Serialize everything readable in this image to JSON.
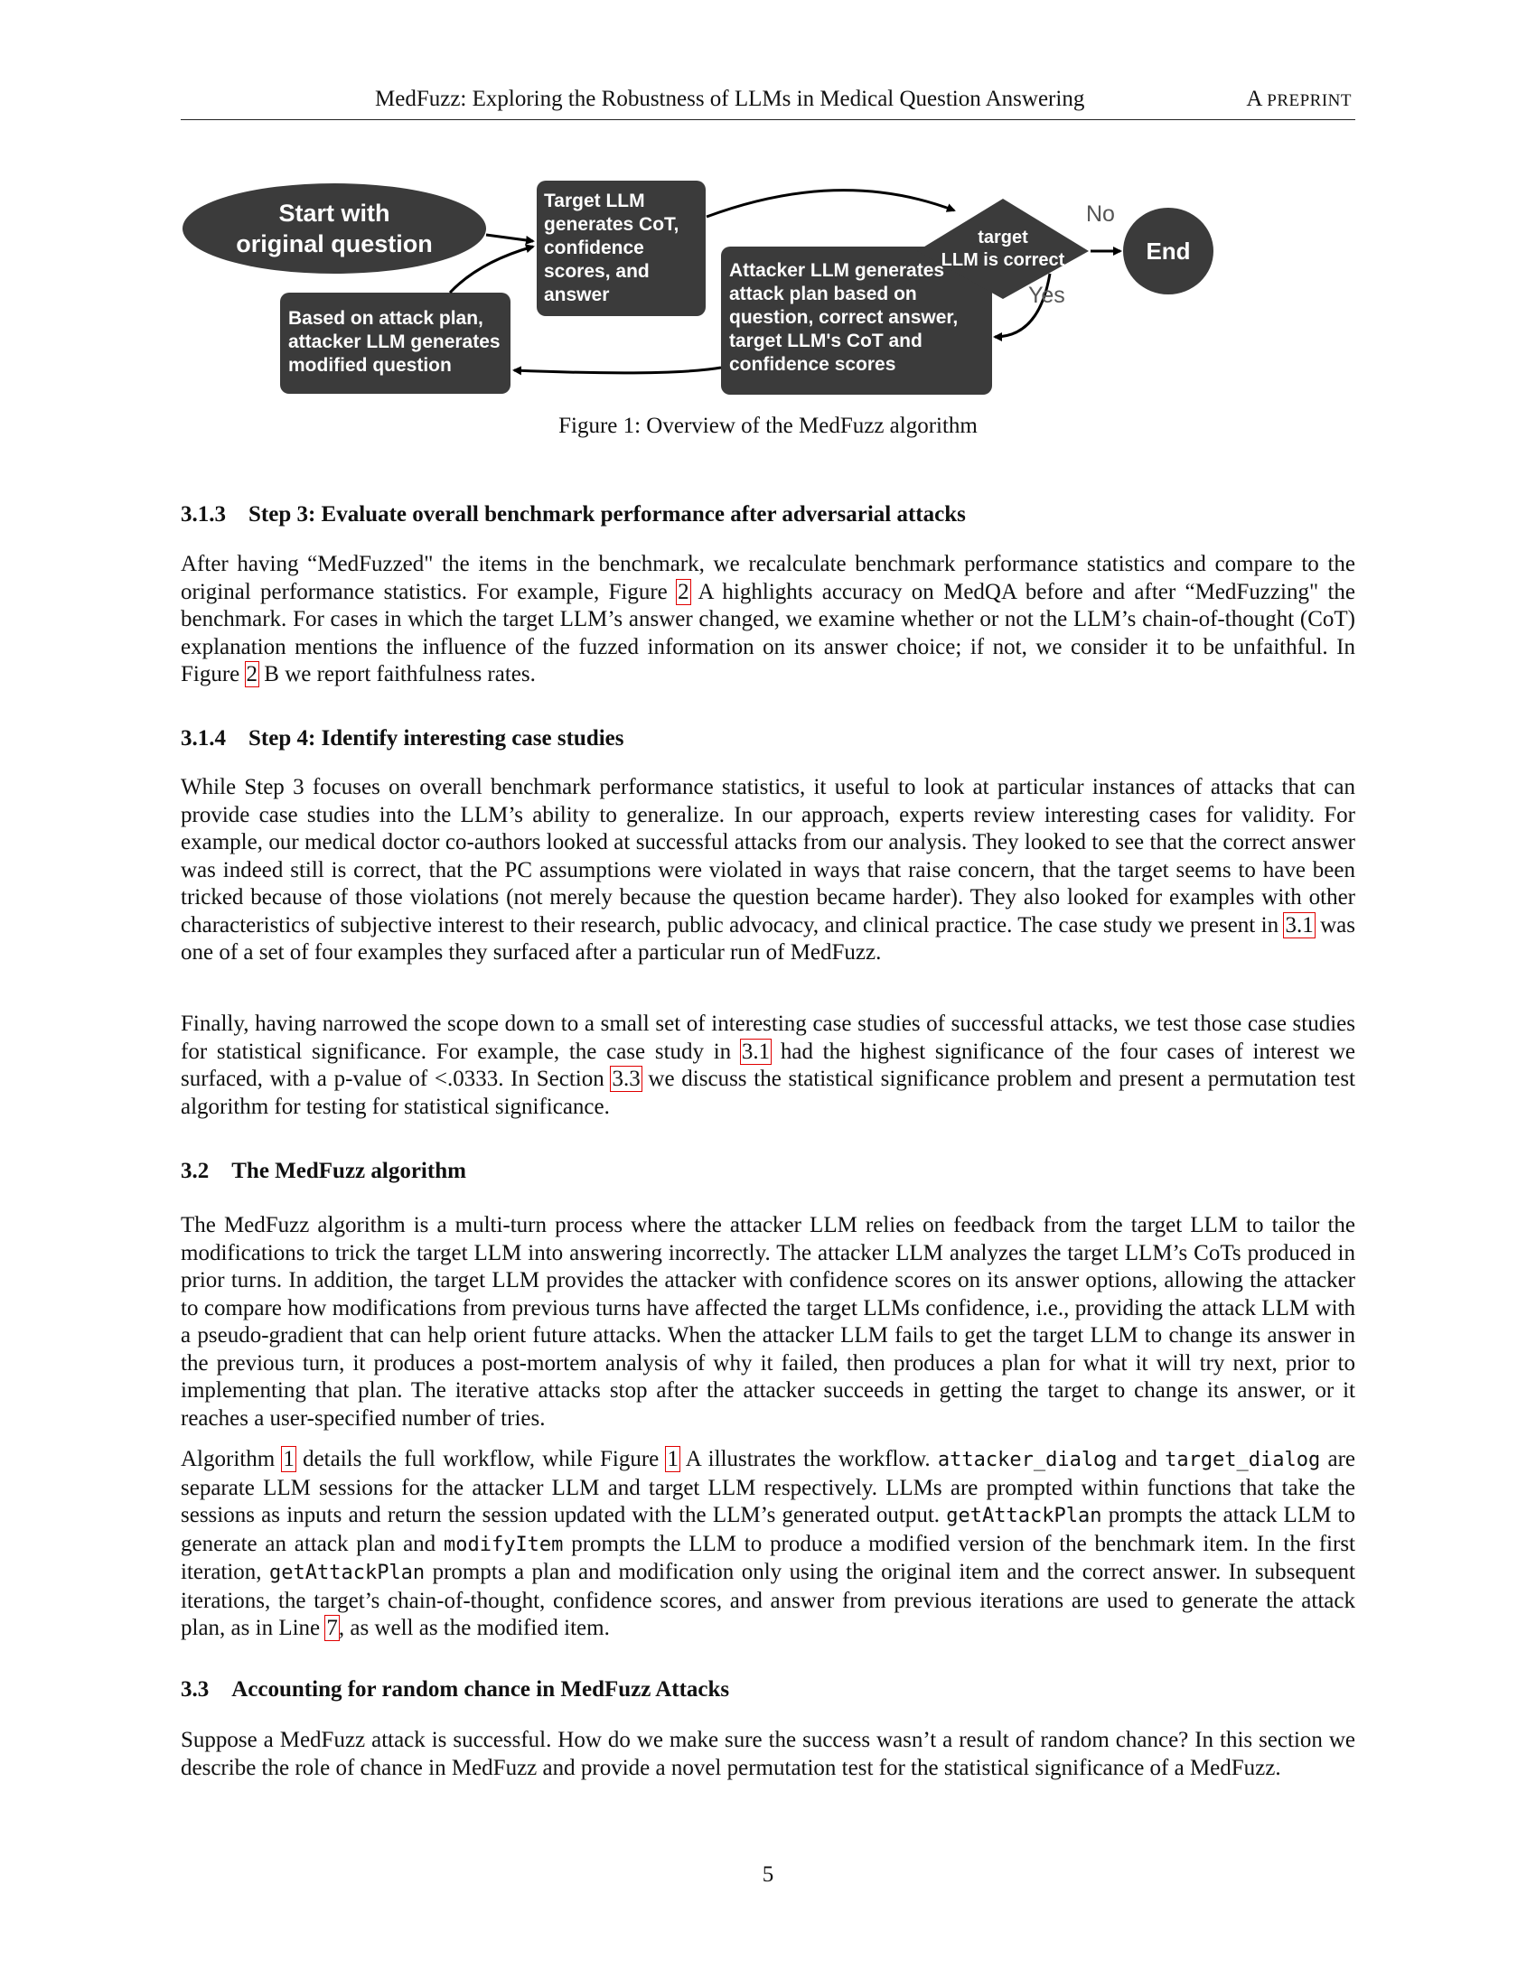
{
  "header": {
    "title": "MedFuzz: Exploring the Robustness of LLMs in Medical Question Answering",
    "tag_a": "A ",
    "tag_rest": "Preprint"
  },
  "figure": {
    "nodes": {
      "start": [
        "Start with",
        "original question"
      ],
      "target": [
        "Target LLM",
        "generates CoT,",
        "confidence",
        "scores, and",
        "answer"
      ],
      "decision": [
        "target",
        "LLM is correct"
      ],
      "end": "End",
      "attacker": [
        "Attacker LLM generates",
        "attack plan based on",
        "question, correct answer,",
        "target LLM's CoT and",
        "confidence scores"
      ],
      "modify": [
        "Based on attack plan,",
        "attacker LLM generates",
        "modified question"
      ]
    },
    "labels": {
      "no": "No",
      "yes": "Yes"
    },
    "colors": {
      "box": "#3b3b3b",
      "arrow": "#000000",
      "label": "#555555"
    }
  },
  "caption": "Figure 1: Overview of the MedFuzz algorithm",
  "sections": {
    "s313": {
      "number": "3.1.3",
      "title": "Step 3: Evaluate overall benchmark performance after adversarial attacks",
      "p1": {
        "a": "After having “MedFuzzed\" the items in the benchmark, we recalculate benchmark performance statistics and compare to the original performance statistics. For example, Figure ",
        "ref1": "2",
        "b": " A highlights accuracy on MedQA before and after “MedFuzzing\" the benchmark. For cases in which the target LLM’s answer changed, we examine whether or not the LLM’s chain-of-thought (CoT) explanation mentions the influence of the fuzzed information on its answer choice; if not, we consider it to be unfaithful. In Figure ",
        "ref2": "2",
        "c": " B we report faithfulness rates."
      }
    },
    "s314": {
      "number": "3.1.4",
      "title": "Step 4: Identify interesting case studies",
      "p1": {
        "a": "While Step 3 focuses on overall benchmark performance statistics, it useful to look at particular instances of attacks that can provide case studies into the LLM’s ability to generalize. In our approach, experts review interesting cases for validity. For example, our medical doctor co-authors looked at successful attacks from our analysis. They looked to see that the correct answer was indeed still is correct, that the PC assumptions were violated in ways that raise concern, that the target seems to have been tricked because of those violations (not merely because the question became harder). They also looked for examples with other characteristics of subjective interest to their research, public advocacy, and clinical practice. The case study we present in ",
        "ref1": "3.1",
        "b": " was one of a set of four examples they surfaced after a particular run of MedFuzz."
      },
      "p2": {
        "a": "Finally, having narrowed the scope down to a small set of interesting case studies of successful attacks, we test those case studies for statistical significance. For example, the case study in ",
        "ref1": "3.1",
        "b": " had the highest significance of the four cases of interest we surfaced, with a p-value of <.0333. In Section ",
        "ref2": "3.3",
        "c": " we discuss the statistical significance problem and present a permutation test algorithm for testing for statistical significance."
      }
    },
    "s32": {
      "number": "3.2",
      "title": "The MedFuzz algorithm",
      "p1": "The MedFuzz algorithm is a multi-turn process where the attacker LLM relies on feedback from the target LLM to tailor the modifications to trick the target LLM into answering incorrectly. The attacker LLM analyzes the target LLM’s CoTs produced in prior turns. In addition, the target LLM provides the attacker with confidence scores on its answer options, allowing the attacker to compare how modifications from previous turns have affected the target LLMs confidence, i.e., providing the attack LLM with a pseudo-gradient that can help orient future attacks. When the attacker LLM fails to get the target LLM to change its answer in the previous turn, it produces a post-mortem analysis of why it failed, then produces a plan for what it will try next, prior to implementing that plan. The iterative attacks stop after the attacker succeeds in getting the target to change its answer, or it reaches a user-specified number of tries.",
      "p2": {
        "a": "Algorithm ",
        "ref1": "1",
        "b": " details the full workflow, while Figure ",
        "ref2": "1",
        "c": " A illustrates the workflow. ",
        "code1": "attacker_dialog",
        "d": " and ",
        "code2": "target_dialog",
        "e": " are separate LLM sessions for the attacker LLM and target LLM respectively. LLMs are prompted within functions that take the sessions as inputs and return the session updated with the LLM’s generated output. ",
        "code3": "getAttackPlan",
        "f": " prompts the attack LLM to generate an attack plan and ",
        "code4": "modifyItem",
        "g": " prompts the LLM to produce a modified version of the benchmark item. In the first iteration, ",
        "code5": "getAttackPlan",
        "h": " prompts a plan and modification only using the original item and the correct answer. In subsequent iterations, the target’s chain-of-thought, confidence scores, and answer from previous iterations are used to generate the attack plan, as in Line ",
        "ref3": "7",
        "i": ", as well as the modified item."
      }
    },
    "s33": {
      "number": "3.3",
      "title": "Accounting for random chance in MedFuzz Attacks",
      "p1": "Suppose a MedFuzz attack is successful. How do we make sure the success wasn’t a result of random chance? In this section we describe the role of chance in MedFuzz and provide a novel permutation test for the statistical significance of a MedFuzz."
    }
  },
  "page_number": "5"
}
